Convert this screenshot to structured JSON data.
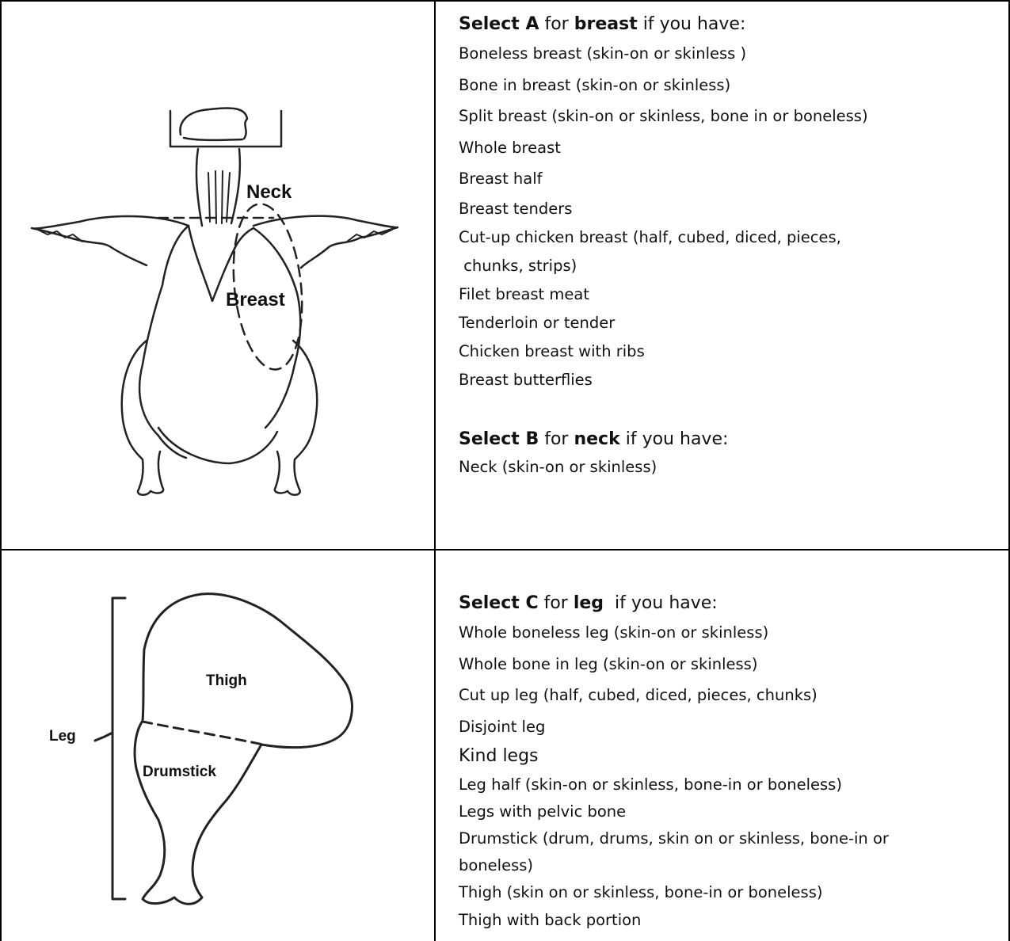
{
  "breast_section": {
    "heading": {
      "select": "Select A",
      "for": " for ",
      "part": "breast",
      "rest": " if you have:"
    },
    "items": [
      "Boneless breast (skin-on or skinless )",
      "Bone in breast (skin-on or skinless)",
      "Split breast (skin-on or skinless, bone in or boneless)",
      "Whole breast",
      "Breast half",
      "Breast tenders",
      "Cut-up chicken breast (half, cubed, diced, pieces,",
      " chunks, strips)",
      "Filet breast meat",
      "Tenderloin or tender",
      "Chicken breast with ribs",
      "Breast butterflies"
    ]
  },
  "neck_section": {
    "heading": {
      "select": "Select B",
      "for": " for ",
      "part": "neck",
      "rest": " if you have:"
    },
    "items": [
      "Neck (skin-on or skinless)"
    ]
  },
  "leg_section": {
    "heading": {
      "select": "Select C",
      "for": " for ",
      "part": "leg",
      "rest": "  if you have:"
    },
    "items": [
      "Whole boneless leg (skin-on or skinless)",
      "Whole bone in leg (skin-on or skinless)",
      "Cut up leg (half, cubed, diced, pieces, chunks)",
      "Disjoint leg",
      "Kind legs",
      "Leg half (skin-on or skinless, bone-in or boneless)",
      "Legs with pelvic bone",
      "Drumstick (drum, drums, skin on or skinless, bone-in or",
      "boneless)",
      "Thigh (skin on or skinless, bone-in or boneless)",
      "Thigh with back portion"
    ]
  },
  "diagram_labels": {
    "neck": "Neck",
    "breast": "Breast",
    "leg": "Leg",
    "thigh": "Thigh",
    "drumstick": "Drumstick"
  }
}
